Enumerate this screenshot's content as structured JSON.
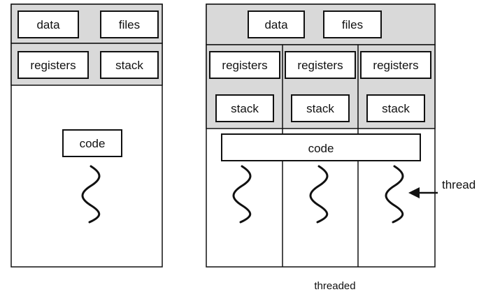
{
  "single": {
    "data_label": "data",
    "files_label": "files",
    "registers_label": "registers",
    "stack_label": "stack",
    "code_label": "code"
  },
  "multi": {
    "data_label": "data",
    "files_label": "files",
    "registers": [
      "registers",
      "registers",
      "registers"
    ],
    "stacks": [
      "stack",
      "stack",
      "stack"
    ],
    "code_label": "code",
    "thread_label": "thread",
    "caption": "threaded"
  },
  "colors": {
    "shared_band": "#d9d9d9",
    "stroke": "#111111"
  }
}
